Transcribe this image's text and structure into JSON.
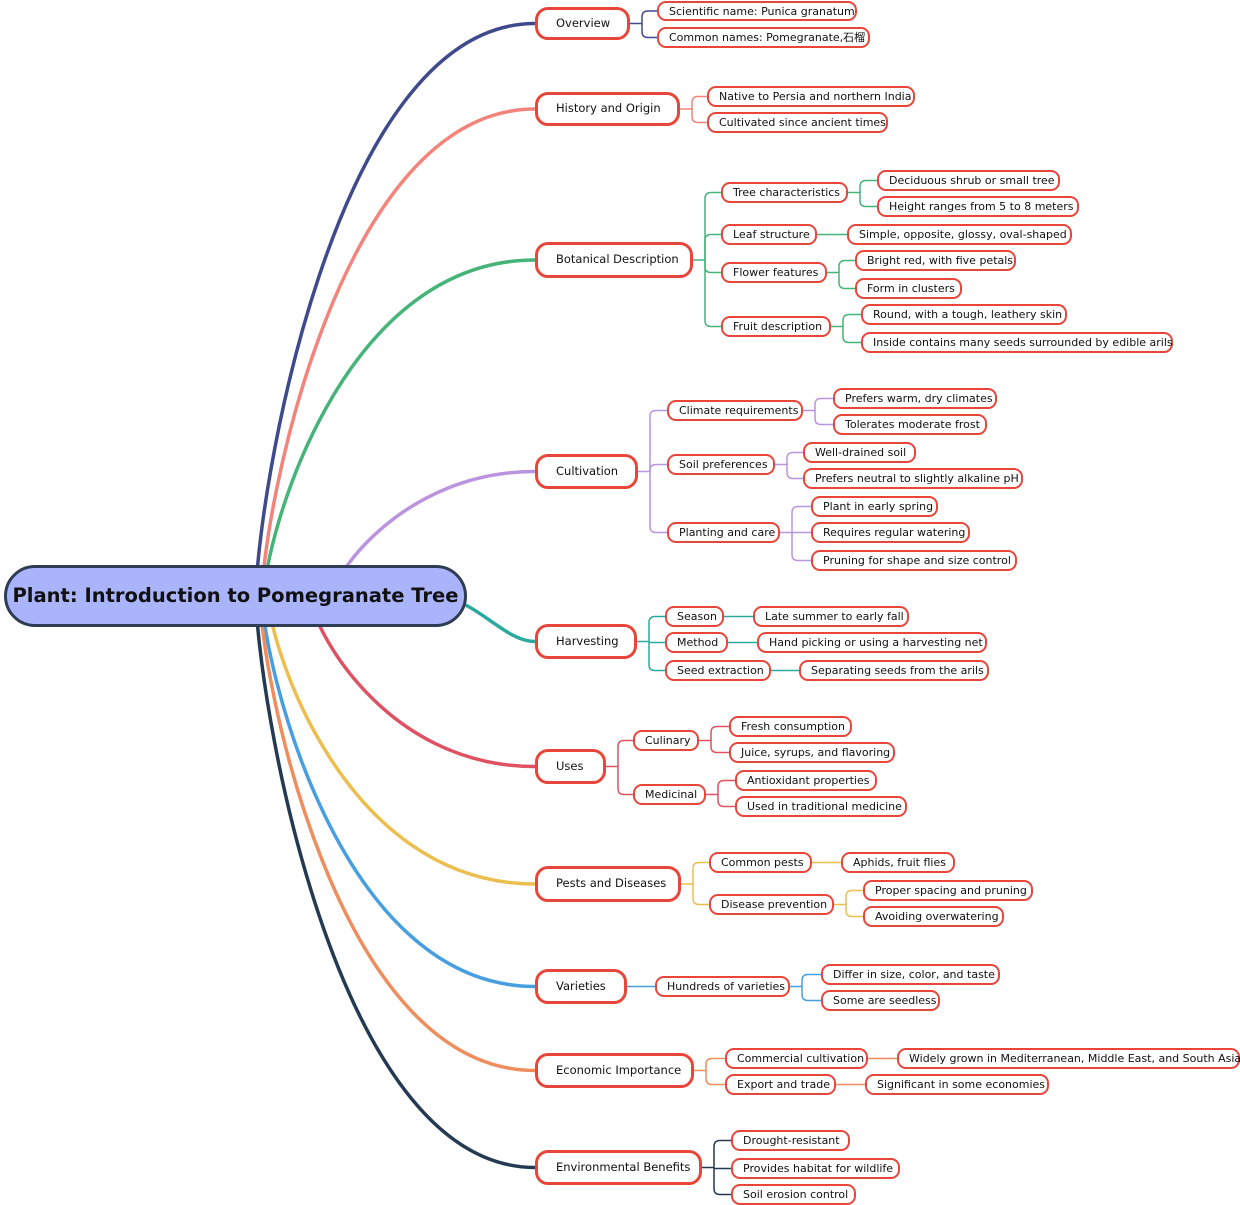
{
  "root": "Plant: Introduction to Pomegranate Tree",
  "branches": [
    {
      "label": "Overview",
      "color": "#3f4a8c",
      "children": [
        {
          "label": "Scientific name: Punica granatum"
        },
        {
          "label": "Common names: Pomegranate,石榴"
        }
      ]
    },
    {
      "label": "History and Origin",
      "color": "#f3847c",
      "children": [
        {
          "label": "Native to Persia and northern India"
        },
        {
          "label": "Cultivated since ancient times"
        }
      ]
    },
    {
      "label": "Botanical Description",
      "color": "#46b479",
      "children": [
        {
          "label": "Tree characteristics",
          "children": [
            {
              "label": "Deciduous shrub or small tree"
            },
            {
              "label": "Height ranges from 5 to 8 meters"
            }
          ]
        },
        {
          "label": "Leaf structure",
          "children": [
            {
              "label": "Simple, opposite, glossy, oval-shaped"
            }
          ]
        },
        {
          "label": "Flower features",
          "children": [
            {
              "label": "Bright red, with five petals"
            },
            {
              "label": "Form in clusters"
            }
          ]
        },
        {
          "label": "Fruit description",
          "children": [
            {
              "label": "Round, with a tough, leathery skin"
            },
            {
              "label": "Inside contains many seeds surrounded by edible arils"
            }
          ]
        }
      ]
    },
    {
      "label": "Cultivation",
      "color": "#bb94df",
      "children": [
        {
          "label": "Climate requirements",
          "children": [
            {
              "label": "Prefers warm, dry climates"
            },
            {
              "label": "Tolerates moderate frost"
            }
          ]
        },
        {
          "label": "Soil preferences",
          "children": [
            {
              "label": "Well-drained soil"
            },
            {
              "label": "Prefers neutral to slightly alkaline pH"
            }
          ]
        },
        {
          "label": "Planting and care",
          "children": [
            {
              "label": "Plant in early spring"
            },
            {
              "label": "Requires regular watering"
            },
            {
              "label": "Pruning for shape and size control"
            }
          ]
        }
      ]
    },
    {
      "label": "Harvesting",
      "color": "#2ba99d",
      "children": [
        {
          "label": "Season",
          "children": [
            {
              "label": "Late summer to early fall"
            }
          ]
        },
        {
          "label": "Method",
          "children": [
            {
              "label": "Hand picking or using a harvesting net"
            }
          ]
        },
        {
          "label": "Seed extraction",
          "children": [
            {
              "label": "Separating seeds from the arils"
            }
          ]
        }
      ]
    },
    {
      "label": "Uses",
      "color": "#de5263",
      "children": [
        {
          "label": "Culinary",
          "children": [
            {
              "label": "Fresh consumption"
            },
            {
              "label": "Juice, syrups, and flavoring"
            }
          ]
        },
        {
          "label": "Medicinal",
          "children": [
            {
              "label": "Antioxidant properties"
            },
            {
              "label": "Used in traditional medicine"
            }
          ]
        }
      ]
    },
    {
      "label": "Pests and Diseases",
      "color": "#ecbe4e",
      "children": [
        {
          "label": "Common pests",
          "children": [
            {
              "label": "Aphids, fruit flies"
            }
          ]
        },
        {
          "label": "Disease prevention",
          "children": [
            {
              "label": "Proper spacing and pruning"
            },
            {
              "label": "Avoiding overwatering"
            }
          ]
        }
      ]
    },
    {
      "label": "Varieties",
      "color": "#479fe2",
      "children": [
        {
          "label": "Hundreds of varieties",
          "children": [
            {
              "label": "Differ in size, color, and taste"
            },
            {
              "label": "Some are seedless"
            }
          ]
        }
      ]
    },
    {
      "label": "Economic Importance",
      "color": "#ee8d5e",
      "children": [
        {
          "label": "Commercial cultivation",
          "children": [
            {
              "label": "Widely grown in Mediterranean, Middle East, and South Asia"
            }
          ]
        },
        {
          "label": "Export and trade",
          "children": [
            {
              "label": "Significant in some economies"
            }
          ]
        }
      ]
    },
    {
      "label": "Environmental Benefits",
      "color": "#243952",
      "children": [
        {
          "label": "Drought-resistant"
        },
        {
          "label": "Provides habitat for wildlife"
        },
        {
          "label": "Soil erosion control"
        }
      ]
    }
  ]
}
